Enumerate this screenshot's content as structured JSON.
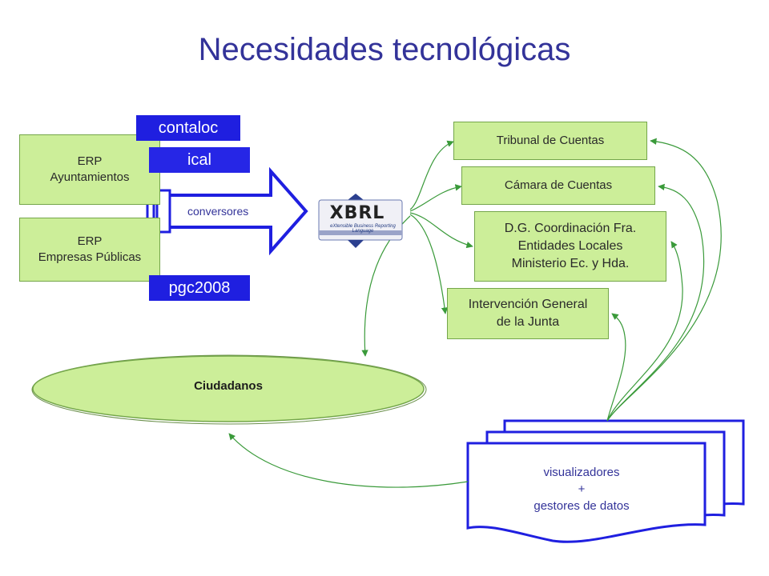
{
  "title": "Necesidades tecnológicas",
  "sources": {
    "erp_ayuntamientos": "ERP\nAyuntamientos",
    "erp_empresas": "ERP\nEmpresas Públicas"
  },
  "tags": {
    "contaloc": "contaloc",
    "ical": "ical",
    "pgc2008": "pgc2008"
  },
  "converter_label": "conversores",
  "xbrl_logo": {
    "word": "XBRL",
    "subtitle": "eXtensible Business Reporting Language"
  },
  "recipients": {
    "tribunal": "Tribunal de Cuentas",
    "camara": "Cámara de Cuentas",
    "dg": "D.G. Coordinación Fra.\nEntidades Locales\nMinisterio Ec. y Hda.",
    "intervencion": "Intervención General\nde la Junta"
  },
  "citizens_label": "Ciudadanos",
  "tools_label": "visualizadores\n+\ngestores de datos",
  "colors": {
    "title": "#333399",
    "box_fill": "#ccee99",
    "tag_fill": "#1f1fe0",
    "arrow_stroke": "#1f1fe0",
    "connector": "#3a9a3a"
  }
}
